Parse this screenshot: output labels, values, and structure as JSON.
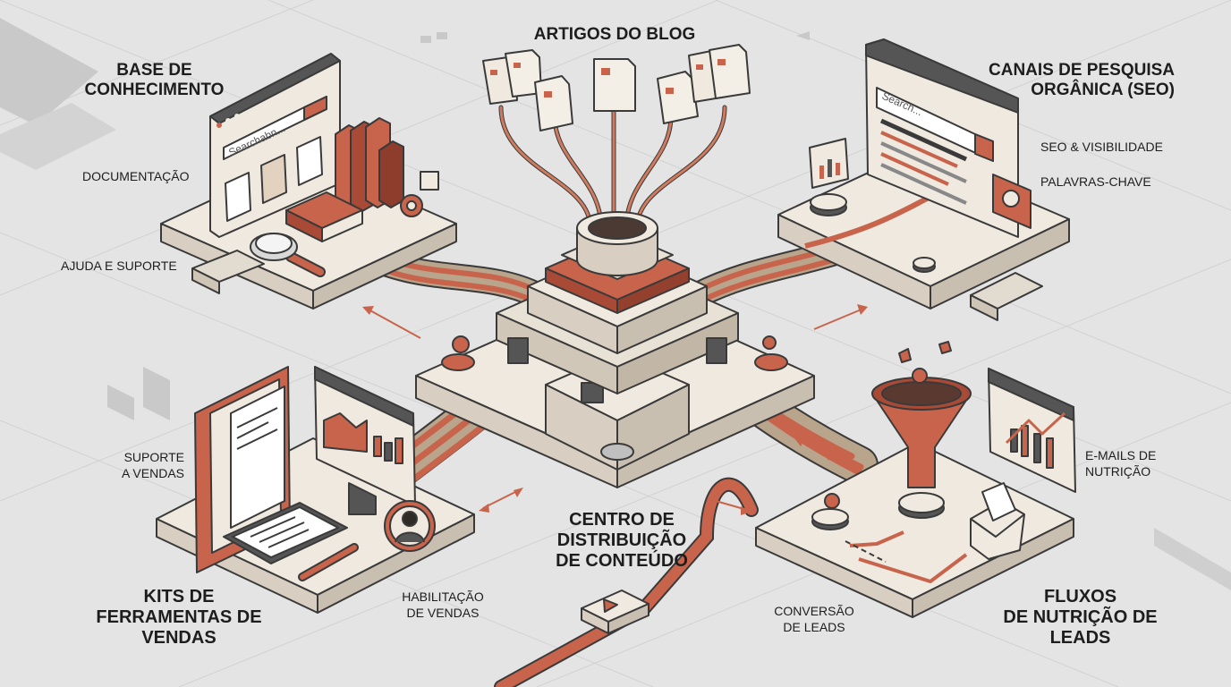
{
  "diagram": {
    "top": {
      "title": "ARTIGOS DO BLOG"
    },
    "knowledge": {
      "title_lines": [
        "BASE DE",
        "CONHECIMENTO"
      ],
      "sub1": "DOCUMENTAÇÃO",
      "sub2": "AJUDA E SUPORTE",
      "search_placeholder": "Searchabn..."
    },
    "seo": {
      "title_lines": [
        "CANAIS DE PESQUISA",
        "ORGÂNICA (SEO)"
      ],
      "sub1": "SEO & VISIBILIDADE",
      "sub2": "PALAVRAS-CHAVE",
      "search_placeholder": "Search..."
    },
    "sales": {
      "title_lines": [
        "KITS DE",
        "FERRAMENTAS DE",
        "VENDAS"
      ],
      "sub1_lines": [
        "SUPORTE",
        "A VENDAS"
      ],
      "sub2_lines": [
        "HABILITAÇÃO",
        "DE VENDAS"
      ]
    },
    "center": {
      "title_lines": [
        "CENTRO DE",
        "DISTRIBUIÇÃO",
        "DE CONTEÚDO"
      ]
    },
    "leads": {
      "title_lines": [
        "FLUXOS",
        "DE NUTRIÇÃO DE",
        "LEADS"
      ],
      "sub1_lines": [
        "E-MAILS DE",
        "NUTRIÇÃO"
      ],
      "sub2_lines": [
        "CONVERSÃO",
        "DE LEADS"
      ]
    },
    "colors": {
      "background": "#e4e4e4",
      "accent": "#c8644c",
      "accent_dark": "#a84a36",
      "tan": "#b9a48c",
      "base": "#efe9df",
      "stroke": "#3a3a3a"
    }
  }
}
